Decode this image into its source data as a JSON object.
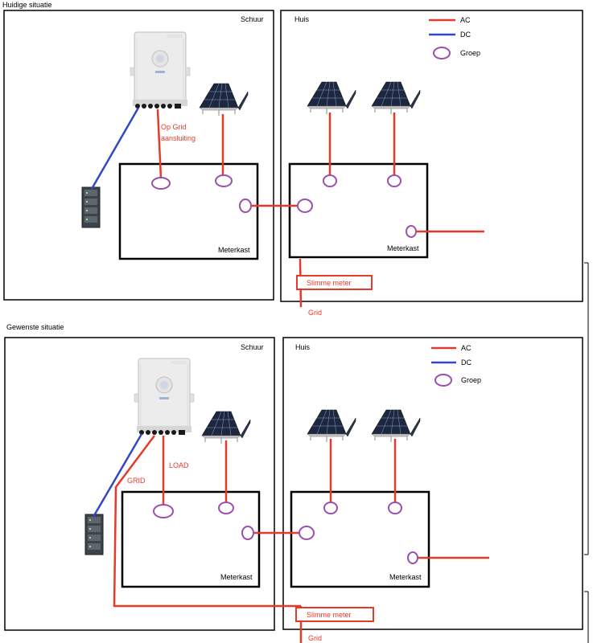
{
  "colors": {
    "ac": "#e53a2a",
    "dc": "#3349c4",
    "groep": "#9b4fae",
    "box": "#000000",
    "annotation": "#e53a2a"
  },
  "top": {
    "section_title": "Huidige situatie",
    "shed_label": "Schuur",
    "house_label": "Huis",
    "meterkast_shed": "Meterkast",
    "meterkast_house": "Meterkast",
    "inverter_line_label_1": "Op Grid",
    "inverter_line_label_2": "aansluiting",
    "smart_meter": "Slimme meter",
    "grid": "Grid",
    "legend": {
      "ac": "AC",
      "dc": "DC",
      "groep": "Groep"
    }
  },
  "bottom": {
    "section_title": "Gewenste situatie",
    "shed_label": "Schuur",
    "house_label": "Huis",
    "meterkast_shed": "Meterkast",
    "meterkast_house": "Meterkast",
    "load_label": "LOAD",
    "grid_line_label": "GRID",
    "smart_meter": "Slimme meter",
    "grid": "Grid",
    "legend": {
      "ac": "AC",
      "dc": "DC",
      "groep": "Groep"
    }
  }
}
